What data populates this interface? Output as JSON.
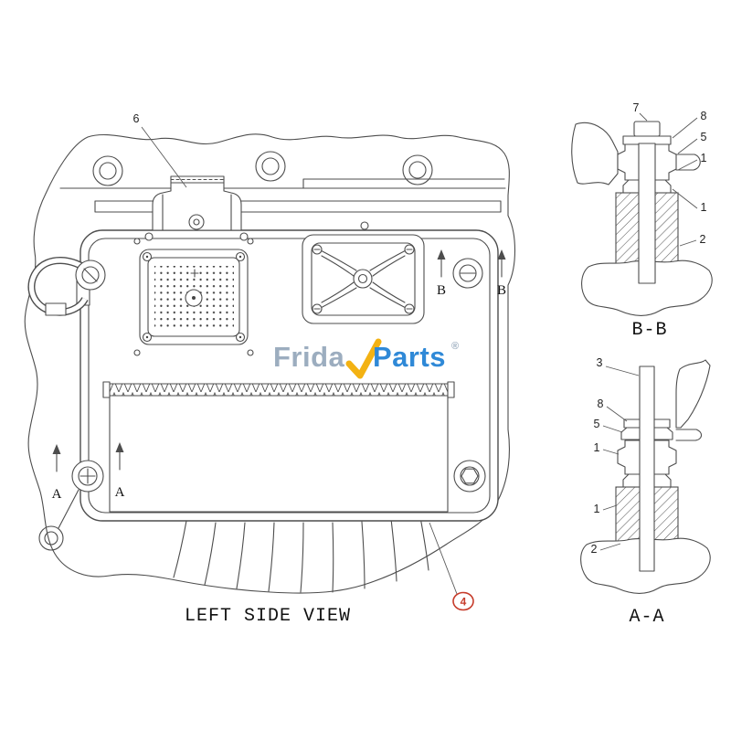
{
  "diagram": {
    "title": "LEFT SIDE VIEW",
    "sections": {
      "bb": {
        "label": "B-B"
      },
      "aa": {
        "label": "A-A"
      }
    },
    "arrow_labels": {
      "a": "A",
      "b": "B"
    },
    "callouts": {
      "main": {
        "c6": "6",
        "c4": "4"
      },
      "bb": {
        "c7": "7",
        "c8": "8",
        "c5": "5",
        "c1a": "1",
        "c1b": "1",
        "c2": "2"
      },
      "aa": {
        "c3": "3",
        "c8": "8",
        "c5": "5",
        "c1a": "1",
        "c1b": "1",
        "c2": "2"
      }
    },
    "colors": {
      "line": "#4d4d4d",
      "callout_red": "#c63b2a",
      "watermark_gray": "#94a7ba",
      "watermark_blue": "#1e7fd4",
      "watermark_yellow": "#f2ac00"
    }
  },
  "watermark": {
    "first": "Frida",
    "second": "Parts",
    "registered": "®"
  }
}
